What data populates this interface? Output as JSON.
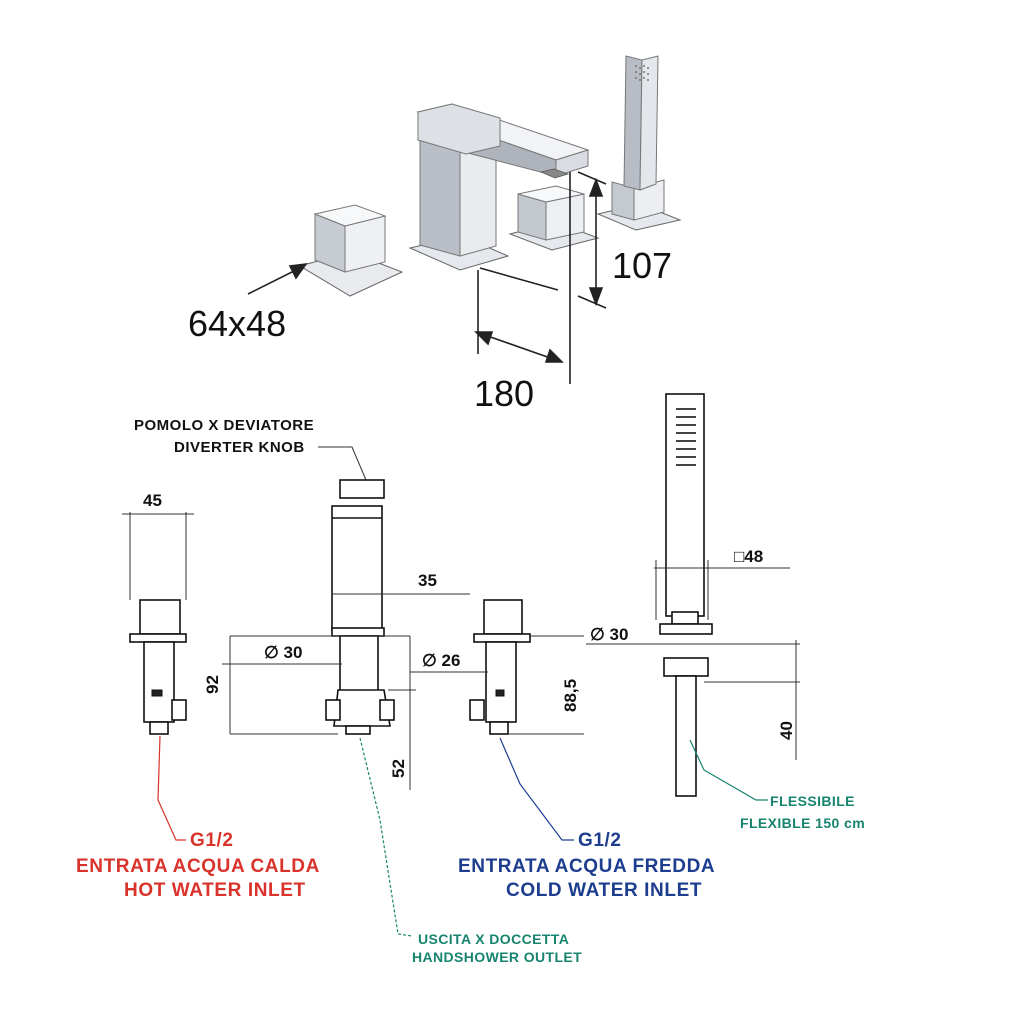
{
  "colors": {
    "hot": "#d9332b",
    "cold": "#1d3d8f",
    "outlet": "#17846f"
  },
  "top": {
    "dim_knob": "64x48",
    "dim_height": "107",
    "dim_length": "180"
  },
  "bottom": {
    "diverter_it": "POMOLO X DEVIATORE",
    "diverter_en": "DIVERTER KNOB",
    "w45": "45",
    "w35": "35",
    "sq48": "□48",
    "d30a": "∅ 30",
    "d26": "∅ 26",
    "d30b": "∅ 30",
    "h92": "92",
    "h52": "52",
    "h885": "88,5",
    "h40": "40",
    "hot_thread": "G1/2",
    "hot_it": "ENTRATA ACQUA CALDA",
    "hot_en": "HOT WATER  INLET",
    "cold_thread": "G1/2",
    "cold_it": "ENTRATA ACQUA FREDDA",
    "cold_en": "COLD WATER INLET",
    "outlet_it": "USCITA X DOCCETTA",
    "outlet_en": "HANDSHOWER OUTLET",
    "flex_it": "FLESSIBILE",
    "flex_en": "FLEXIBLE  150 cm"
  }
}
